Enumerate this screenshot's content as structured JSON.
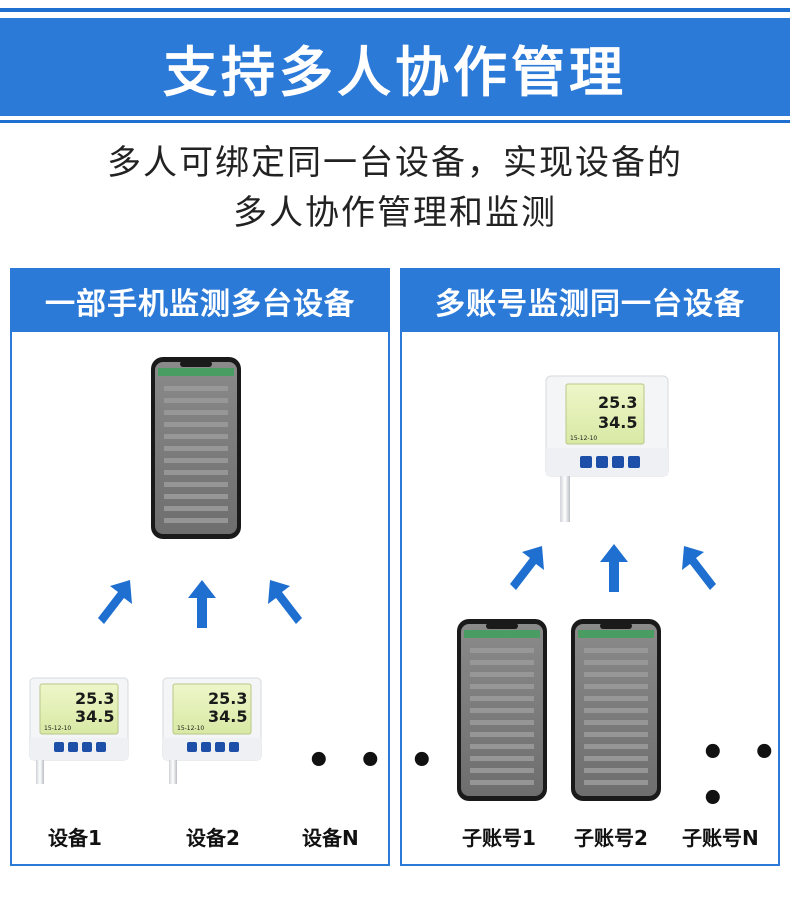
{
  "banner": {
    "title": "支持多人协作管理"
  },
  "subtitle": {
    "line1": "多人可绑定同一台设备，实现设备的",
    "line2": "多人协作管理和监测"
  },
  "left_panel": {
    "title": "一部手机监测多台设备",
    "devices": [
      {
        "label": "设备1"
      },
      {
        "label": "设备2"
      },
      {
        "label": "设备N"
      }
    ],
    "ellipsis": "• • •"
  },
  "right_panel": {
    "title": "多账号监测同一台设备",
    "accounts": [
      {
        "label": "子账号1"
      },
      {
        "label": "子账号2"
      },
      {
        "label": "子账号N"
      }
    ],
    "ellipsis": "• • •"
  },
  "device_display": {
    "temperature": "25.3",
    "temp_unit": "℃",
    "humidity": "34.5",
    "hum_unit": "%",
    "date": "15-12-10"
  },
  "colors": {
    "brand_blue": "#2b7ad8",
    "arrow_blue": "#1f6fd1"
  }
}
